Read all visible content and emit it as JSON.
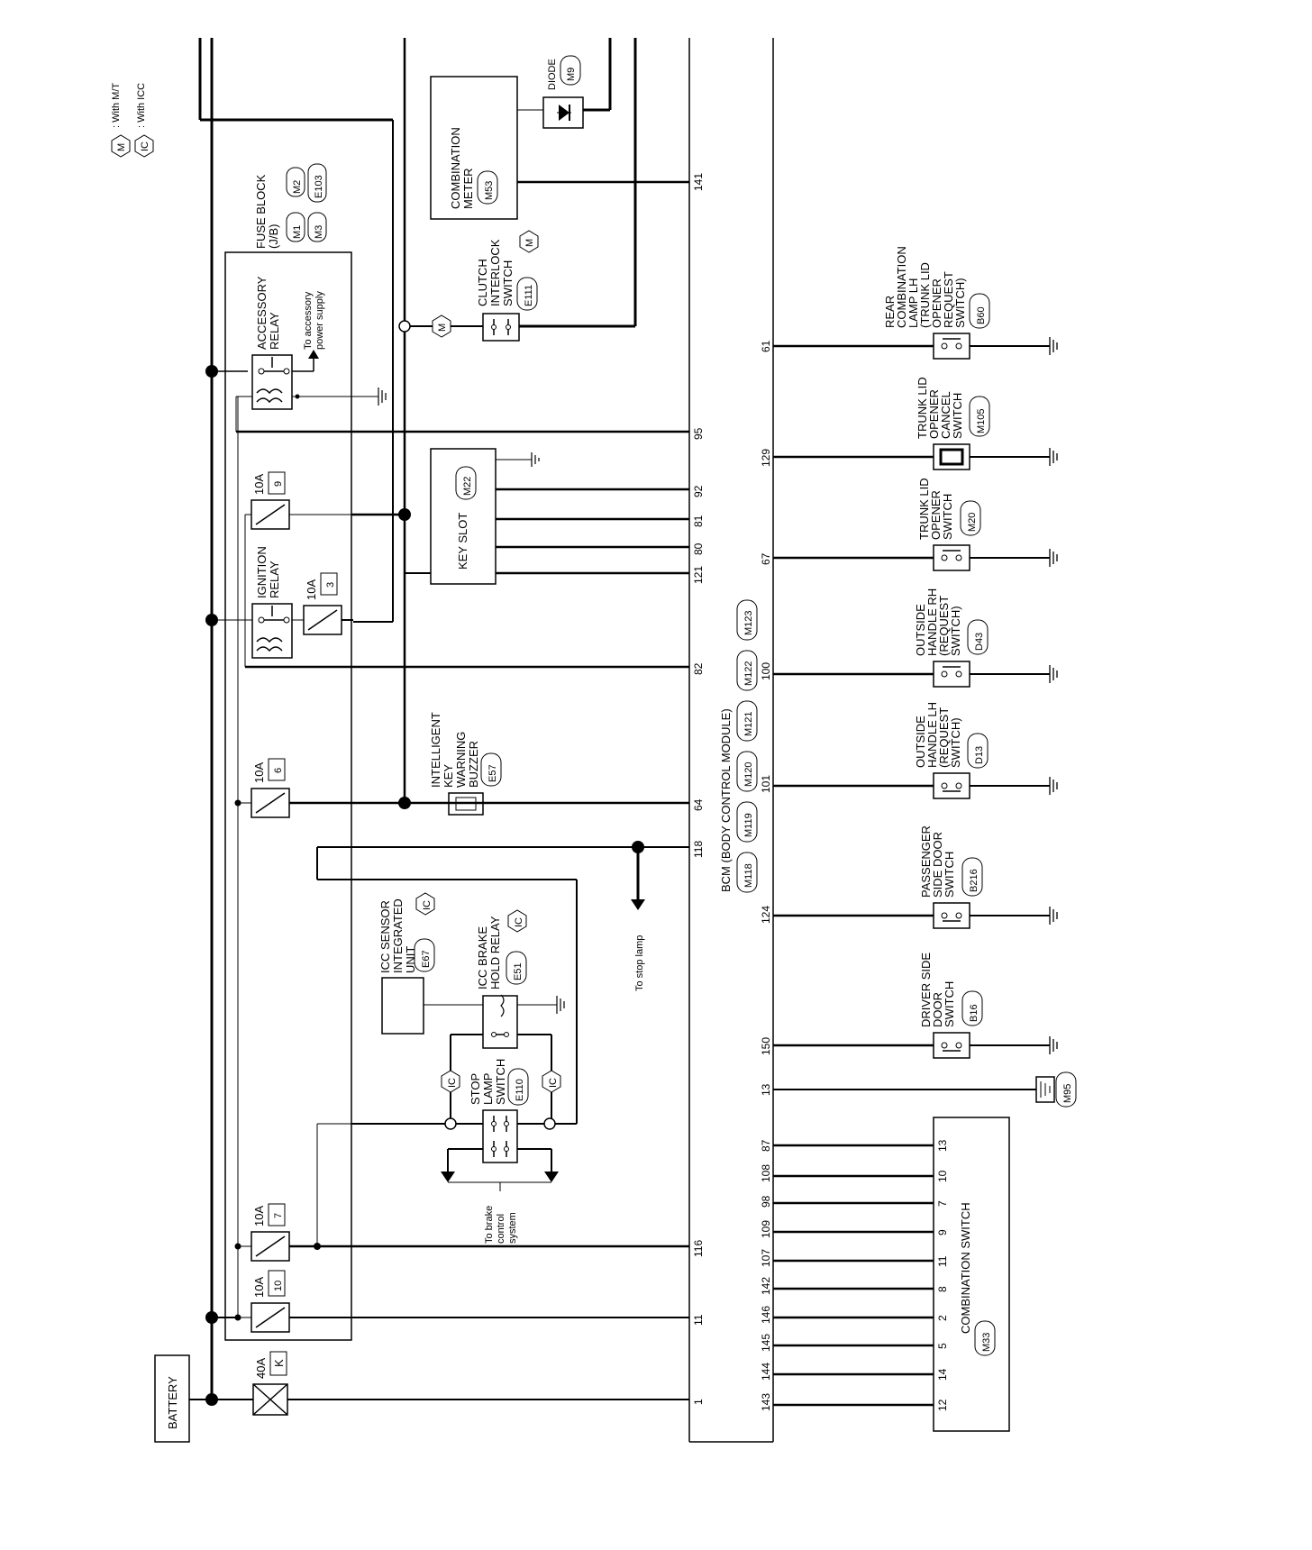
{
  "legend": {
    "m_code": "M",
    "m_text": ": With M/T",
    "ic_code": "IC",
    "ic_text": ": With ICC"
  },
  "battery": {
    "label": "BATTERY"
  },
  "fuse_block": {
    "title_1": "FUSE BLOCK",
    "title_2": "(J/B)",
    "connectors": [
      "M1",
      "M2",
      "M3",
      "E103"
    ]
  },
  "fuses": {
    "main": {
      "rating": "40A",
      "id": "K"
    },
    "f10": {
      "rating": "10A",
      "id": "10"
    },
    "f7": {
      "rating": "10A",
      "id": "7"
    },
    "f6": {
      "rating": "10A",
      "id": "6"
    },
    "f3": {
      "rating": "10A",
      "id": "3"
    },
    "f9": {
      "rating": "10A",
      "id": "9"
    }
  },
  "ignition_relay": {
    "line1": "IGNITION",
    "line2": "RELAY"
  },
  "accessory_relay": {
    "line1": "ACCESSORY",
    "line2": "RELAY",
    "note1": "To accessory",
    "note2": "power supply"
  },
  "combination_meter": {
    "line1": "COMBINATION",
    "line2": "METER",
    "conn": "M53"
  },
  "diode": {
    "label": "DIODE",
    "conn": "M9"
  },
  "clutch_switch": {
    "line1": "CLUTCH",
    "line2": "INTERLOCK",
    "line3": "SWITCH",
    "conn": "E111",
    "opt": "M"
  },
  "key_slot": {
    "label": "KEY SLOT",
    "conn": "M22"
  },
  "buzzer": {
    "line1": "INTELLIGENT",
    "line2": "KEY",
    "line3": "WARNING",
    "line4": "BUZZER",
    "conn": "E57"
  },
  "icc_sensor": {
    "line1": "ICC SENSOR",
    "line2": "INTEGRATED",
    "line3": "UNIT",
    "conn": "E67",
    "opt": "IC"
  },
  "icc_brake_relay": {
    "line1": "ICC BRAKE",
    "line2": "HOLD RELAY",
    "conn": "E51",
    "opt": "IC"
  },
  "stop_lamp_switch": {
    "line1": "STOP",
    "line2": "LAMP",
    "line3": "SWITCH",
    "conn": "E110"
  },
  "notes": {
    "brake_1": "To brake",
    "brake_2": "control",
    "brake_3": "system",
    "stop_lamp": "To stop lamp"
  },
  "bcm": {
    "line1": "BCM (BODY CONTROL MODULE)",
    "connectors": [
      "M118",
      "M119",
      "M120",
      "M121",
      "M122",
      "M123"
    ],
    "top_pins": [
      "141",
      "95",
      "92",
      "81",
      "80",
      "121",
      "82",
      "64",
      "118",
      "116",
      "11",
      "1"
    ],
    "bottom_pins": [
      "61",
      "129",
      "67",
      "100",
      "101",
      "124",
      "150",
      "13",
      "87",
      "108",
      "98",
      "109",
      "107",
      "142",
      "146",
      "145",
      "144",
      "143"
    ]
  },
  "switches": {
    "rear_lamp": {
      "line1": "REAR",
      "line2": "COMBINATION",
      "line3": "LAMP LH",
      "line4": "(TRUNK LID",
      "line5": "OPENER",
      "line6": "REQUEST",
      "line7": "SWITCH)",
      "conn": "B60"
    },
    "cancel": {
      "line1": "TRUNK LID",
      "line2": "OPENER",
      "line3": "CANCEL",
      "line4": "SWITCH",
      "conn": "M105"
    },
    "trunk_opener": {
      "line1": "TRUNK LID",
      "line2": "OPENER",
      "line3": "SWITCH",
      "conn": "M20"
    },
    "handle_rh": {
      "line1": "OUTSIDE",
      "line2": "HANDLE RH",
      "line3": "(REQUEST",
      "line4": "SWITCH)",
      "conn": "D43"
    },
    "handle_lh": {
      "line1": "OUTSIDE",
      "line2": "HANDLE LH",
      "line3": "(REQUEST",
      "line4": "SWITCH)",
      "conn": "D13"
    },
    "passenger_door": {
      "line1": "PASSENGER",
      "line2": "SIDE DOOR",
      "line3": "SWITCH",
      "conn": "B216"
    },
    "driver_door": {
      "line1": "DRIVER SIDE",
      "line2": "DOOR",
      "line3": "SWITCH",
      "conn": "B16"
    }
  },
  "ground_conn": {
    "conn": "M95"
  },
  "combination_switch": {
    "label": "COMBINATION SWITCH",
    "conn": "M33",
    "pins": [
      "13",
      "10",
      "7",
      "9",
      "11",
      "8",
      "2",
      "5",
      "14",
      "12"
    ]
  }
}
